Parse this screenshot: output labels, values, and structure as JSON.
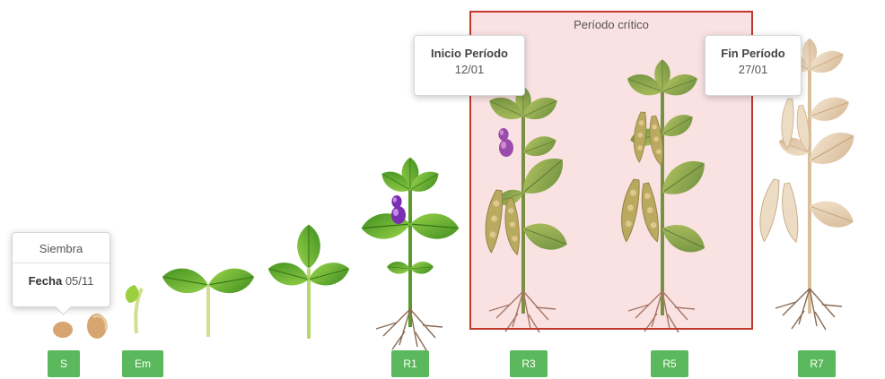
{
  "critical_period": {
    "title": "Período crítico"
  },
  "inicio": {
    "title": "Inicio Período",
    "date": "12/01"
  },
  "fin": {
    "title": "Fin Período",
    "date": "27/01"
  },
  "siembra": {
    "header": "Siembra",
    "label": "Fecha",
    "date": "05/11"
  },
  "stages": [
    "S",
    "Em",
    "R1",
    "R3",
    "R5",
    "R7"
  ],
  "colors": {
    "stage_button": "#5cb85c",
    "critical_fill": "#f3c6c6",
    "critical_border": "#c0392b",
    "leaf": "#5fae2e",
    "flower": "#7b2fb3",
    "dry_leaf": "#e8d3b8"
  }
}
